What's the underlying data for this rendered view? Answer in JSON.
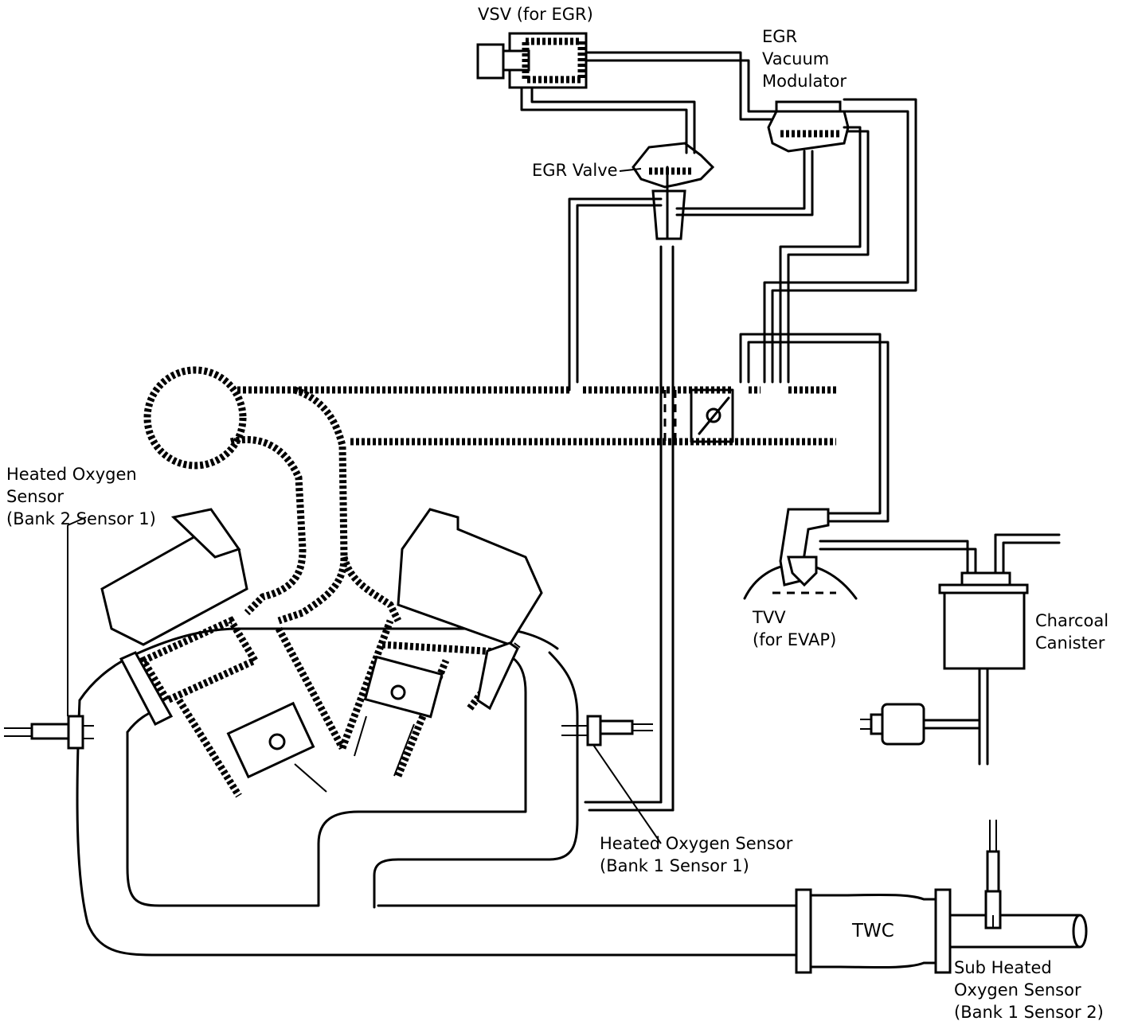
{
  "labels": {
    "vsv": "VSV (for EGR)",
    "egr_modulator": [
      "EGR",
      "Vacuum",
      "Modulator"
    ],
    "egr_valve": "EGR Valve",
    "ho2s_b2s1": [
      "Heated Oxygen",
      "Sensor",
      "(Bank 2 Sensor 1)"
    ],
    "tvv": [
      "TVV",
      "(for EVAP)"
    ],
    "canister": [
      "Charcoal",
      "Canister"
    ],
    "ho2s_b1s1": [
      "Heated Oxygen Sensor",
      "(Bank 1 Sensor 1)"
    ],
    "twc": "TWC",
    "sub_ho2s": [
      "Sub Heated",
      "Oxygen Sensor",
      "(Bank 1 Sensor 2)"
    ]
  },
  "colors": {
    "line": "#000000",
    "background": "#ffffff"
  }
}
